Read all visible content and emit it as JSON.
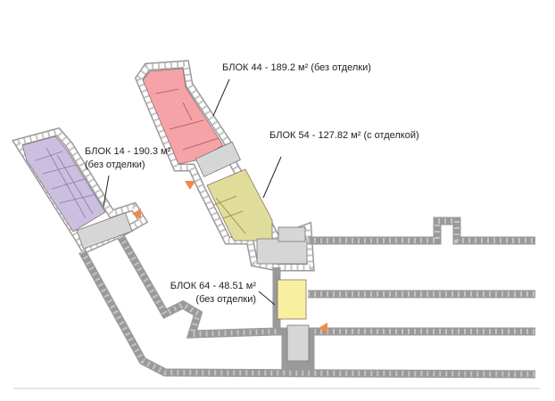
{
  "blocks": [
    {
      "id": "block-44",
      "label": "БЛОК 44 - 189.2 м² (без отделки)",
      "color": "#f6a3a8"
    },
    {
      "id": "block-54",
      "label": "БЛОК 54 - 127.82 м² (с отделкой)",
      "color": "#e0dd9a"
    },
    {
      "id": "block-14",
      "label_line1": "БЛОК 14 - 190.3 м²",
      "label_line2": "(без отделки)",
      "color": "#cbbfe0"
    },
    {
      "id": "block-64",
      "label_line1": "БЛОК 64 - 48.51 м²",
      "label_line2": "(без отделки)",
      "color": "#f8f09e"
    }
  ],
  "colors": {
    "entrance_arrow": "#f0894a",
    "stair_fill": "#d6d6d6",
    "wall": "#9a9a9a"
  }
}
